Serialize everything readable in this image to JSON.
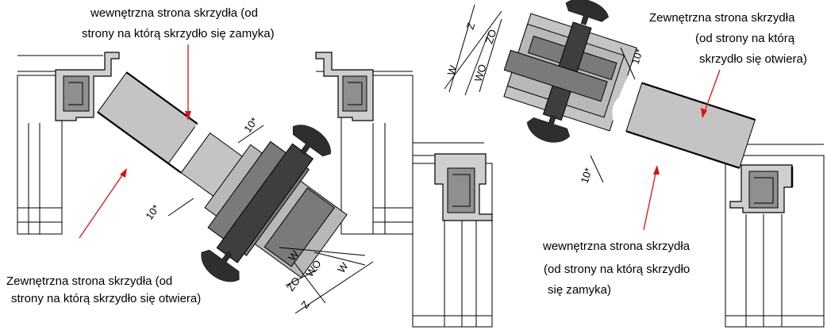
{
  "left": {
    "inner_label": [
      "wewnętrzna strona skrzydła (od",
      "strony  na którą skrzydło się zamyka)"
    ],
    "outer_label": [
      "Zewnętrzna strona skrzydła (od",
      "strony  na którą skrzydło się otwiera)"
    ],
    "dims": {
      "d10a": "10*",
      "d10b": "10*",
      "w": "W",
      "wo": "WO",
      "zo": "ZO",
      "z": "Z"
    }
  },
  "right": {
    "outer_label": [
      "Zewnętrzna strona skrzydła",
      "(od strony  na którą",
      "skrzydło się otwiera)"
    ],
    "inner_label": [
      "wewnętrzna strona skrzydła",
      "(od  strony  na którą skrzydło",
      "się zamyka)"
    ],
    "dims": {
      "z": "Z",
      "zo": "ZO",
      "wo": "WO",
      "w": "W",
      "d10a": "10*",
      "d10b": "10*"
    }
  },
  "colors": {
    "arrow": "#e01010"
  }
}
